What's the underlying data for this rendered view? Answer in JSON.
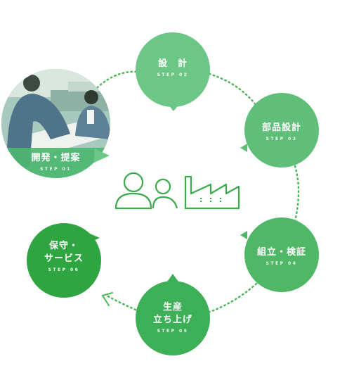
{
  "center_icon": "people-and-factory-icon",
  "colors": {
    "light": "#6cc685",
    "mid": "#4fb766",
    "dark": "#32a744",
    "dotted": "#4db657"
  },
  "steps": {
    "s1": {
      "title_lines": [
        "開発・提案"
      ],
      "step": "STEP 01",
      "image": "engineers-reviewing-drawings-photo"
    },
    "s2": {
      "title_lines": [
        "設　計"
      ],
      "step": "STEP 02"
    },
    "s3": {
      "title_lines": [
        "部品設計"
      ],
      "step": "STEP 03"
    },
    "s4": {
      "title_lines": [
        "組立・検証"
      ],
      "step": "STEP 04"
    },
    "s5": {
      "title_lines": [
        "生産",
        "立ち上げ"
      ],
      "step": "STEP 05"
    },
    "s6": {
      "title_lines": [
        "保守・",
        "サービス"
      ],
      "step": "STEP 06"
    }
  }
}
